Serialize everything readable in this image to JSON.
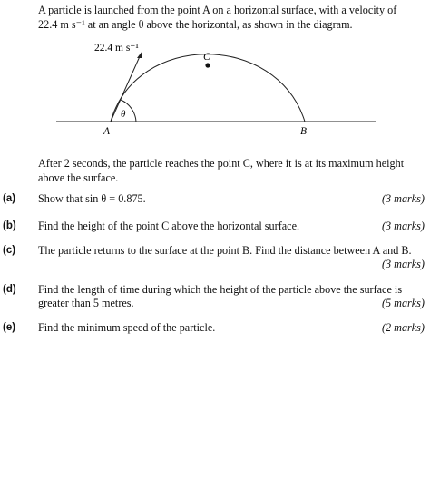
{
  "intro": {
    "line1": "A particle is launched from the point A on a horizontal surface, with a velocity of",
    "line2": "22.4 m s⁻¹ at an angle θ above the horizontal, as shown in the diagram."
  },
  "diagram": {
    "velocity_label": "22.4 m s⁻¹",
    "point_c": "C",
    "angle": "θ",
    "point_a": "A",
    "point_b": "B"
  },
  "after": {
    "line1": "After 2 seconds, the particle reaches the point C, where it is at its maximum height",
    "line2": "above the surface."
  },
  "questions": [
    {
      "label": "(a)",
      "text": "Show that sin θ = 0.875.",
      "marks": "(3 marks)"
    },
    {
      "label": "(b)",
      "text": "Find the height of the point C above the horizontal surface.",
      "marks": "(3 marks)"
    },
    {
      "label": "(c)",
      "text": "The particle returns to the surface at the point B. Find the distance between A and B.",
      "marks": "(3 marks)"
    },
    {
      "label": "(d)",
      "text_line1": "Find the length of time during which the height of the particle above the surface is",
      "text_line2": "greater than 5 metres.",
      "marks": "(5 marks)"
    },
    {
      "label": "(e)",
      "text": "Find the minimum speed of the particle.",
      "marks": "(2 marks)"
    }
  ]
}
